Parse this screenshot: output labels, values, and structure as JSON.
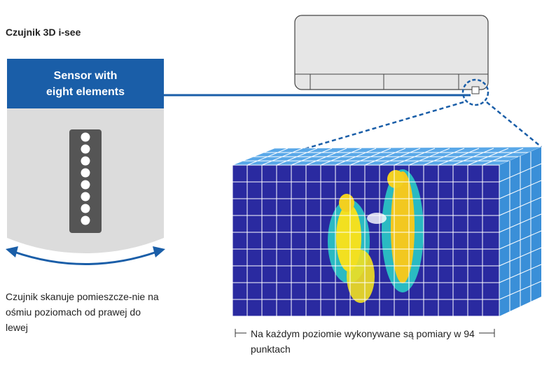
{
  "title": "Czujnik 3D i-see",
  "sensor_label_line1": "Sensor with",
  "sensor_label_line2": "eight elements",
  "caption_left": "Czujnik skanuje pomieszcze-nie na ośmiu poziomach od prawej do lewej",
  "caption_bottom": "Na każdym poziomie wykonywane są pomiary w 94 punktach",
  "colors": {
    "accent_blue": "#1a5ea8",
    "sensor_body": "#dcdcdc",
    "sensor_strip": "#555555",
    "grid_face": "#2a2aa0",
    "grid_side": "#3a8fd8"
  }
}
